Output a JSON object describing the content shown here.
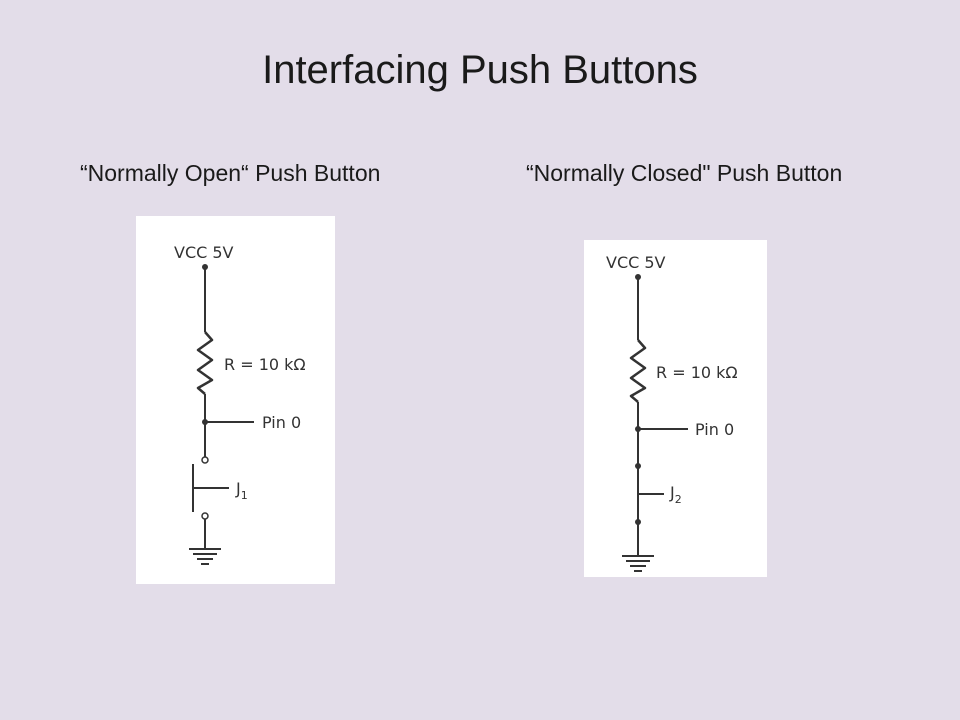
{
  "slide": {
    "title": "Interfacing Push Buttons"
  },
  "diagrams": [
    {
      "heading": "“Normally Open“ Push Button",
      "supply_label": "VCC 5V",
      "resistor_label": "R = 10 kΩ",
      "pin_label": "Pin 0",
      "switch_label": "J",
      "switch_subscript": "1"
    },
    {
      "heading": "“Normally Closed\" Push Button",
      "supply_label": "VCC 5V",
      "resistor_label": "R = 10 kΩ",
      "pin_label": "Pin 0",
      "switch_label": "J",
      "switch_subscript": "2"
    }
  ]
}
